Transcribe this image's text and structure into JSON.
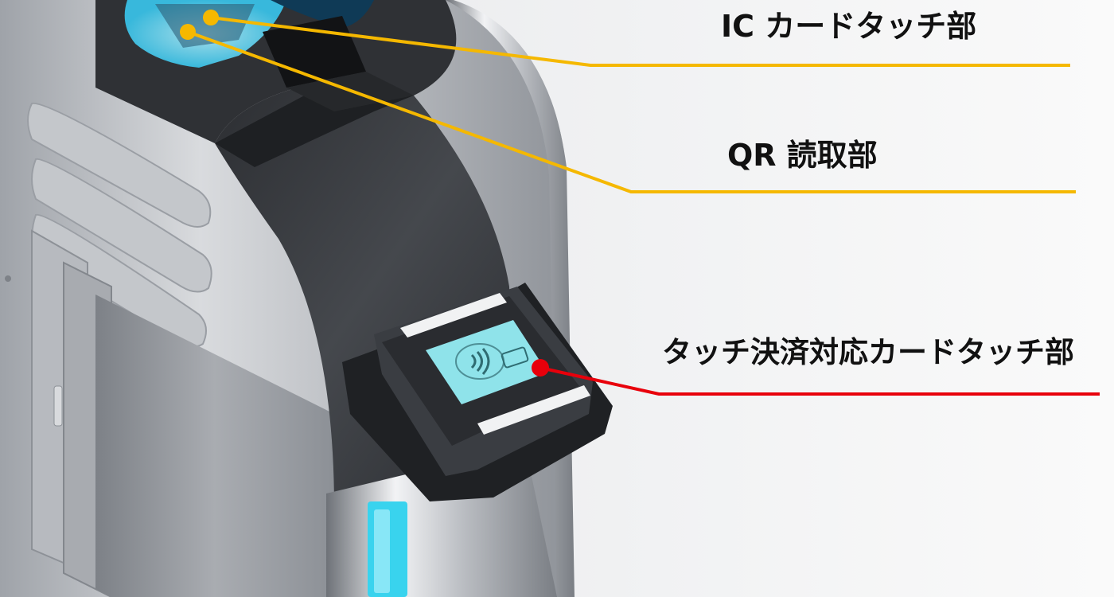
{
  "labels": {
    "ic_card_touch": "IC カードタッチ部",
    "qr_reader": "QR 読取部",
    "contactless_touch": "タッチ決済対応カードタッチ部"
  },
  "colors": {
    "callout_yellow": "#f5b800",
    "callout_red": "#e8000b",
    "led_cyan": "#39d3ee",
    "screen_cyan": "#8fe3ea",
    "body_dark": "#3a3c40",
    "metal_light": "#c9cbcf"
  },
  "icons": [
    "contactless-icon",
    "card-icon"
  ]
}
